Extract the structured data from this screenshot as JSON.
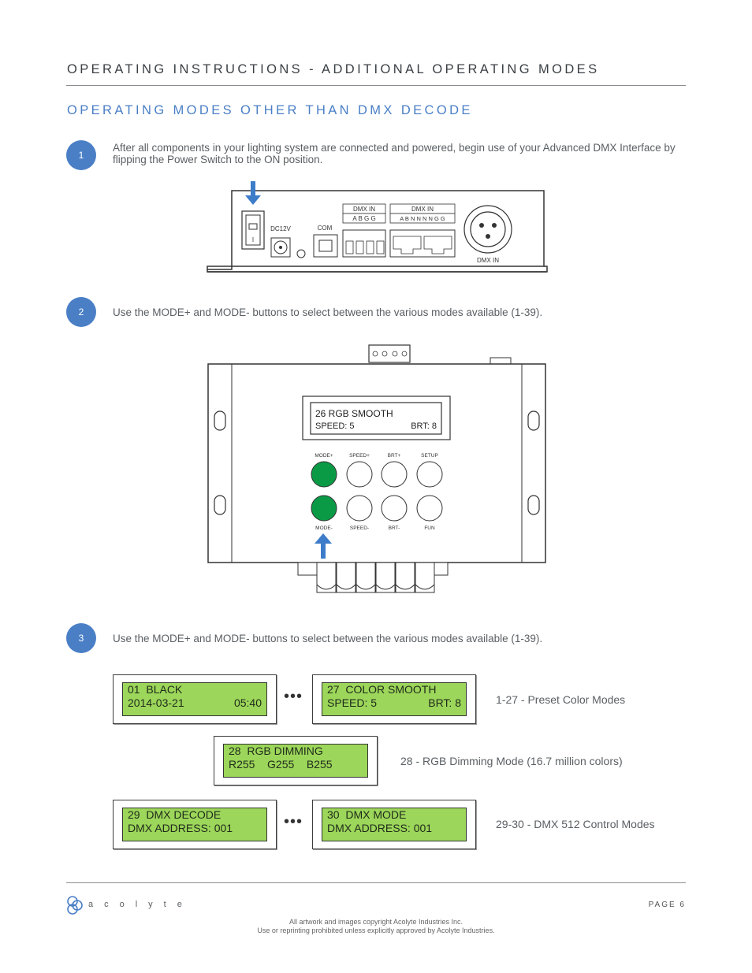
{
  "header": {
    "title": "OPERATING INSTRUCTIONS - ADDITIONAL OPERATING MODES"
  },
  "section": {
    "title": "OPERATING MODES OTHER THAN DMX DECODE"
  },
  "steps": [
    {
      "number": "1",
      "text": "After all components in your lighting system are connected and powered, begin use of your Advanced DMX Interface by flipping the Power Switch to the ON position."
    },
    {
      "number": "2",
      "text": "Use the MODE+ and MODE- buttons to select between the various modes available (1-39)."
    },
    {
      "number": "3",
      "text": "Use the MODE+ and MODE- buttons to select between the various modes available (1-39)."
    }
  ],
  "device_rear": {
    "power_on": "I",
    "dc_label": "DC12V",
    "com_label": "COM",
    "dmx_in_terminal": {
      "title": "DMX IN",
      "pins": "A  B  G  G"
    },
    "dmx_in_rj45": {
      "title": "DMX IN",
      "pins": "A B N N N N G G"
    },
    "xlr_label": "DMX IN"
  },
  "device_front": {
    "display_line1": "26  RGB SMOOTH",
    "display_speed": "SPEED: 5",
    "display_brt": "BRT: 8",
    "buttons_top": [
      "MODE+",
      "SPEED+",
      "BRT+",
      "SETUP"
    ],
    "buttons_bottom": [
      "MODE-",
      "SPEED-",
      "BRT-",
      "FUN"
    ],
    "highlight_color": "#0a9a45"
  },
  "lcd_examples": [
    {
      "line1_left": "01  BLACK",
      "line1_right": "",
      "line2_left": "2014-03-21",
      "line2_right": "05:40"
    },
    {
      "line1_left": "27  COLOR SMOOTH",
      "line1_right": "",
      "line2_left": "SPEED: 5",
      "line2_right": "BRT: 8"
    },
    {
      "line1_left": "28  RGB DIMMING",
      "line1_right": "",
      "line2_left": "R255    G255    B255",
      "line2_right": ""
    },
    {
      "line1_left": "29  DMX DECODE",
      "line1_right": "",
      "line2_left": "DMX ADDRESS: 001",
      "line2_right": ""
    },
    {
      "line1_left": "30  DMX MODE",
      "line1_right": "",
      "line2_left": "DMX ADDRESS: 001",
      "line2_right": ""
    }
  ],
  "ellipsis": "•••",
  "mode_descriptions": {
    "preset": "1-27 - Preset Color Modes",
    "rgb": "28 - RGB Dimming Mode (16.7 million colors)",
    "dmx": "29-30 - DMX 512 Control Modes"
  },
  "footer": {
    "brand": "acolyte",
    "page": "PAGE 6",
    "copyright_line1": "All artwork and images copyright Acolyte Industries Inc.",
    "copyright_line2": "Use or reprinting prohibited unless explicitly approved by Acolyte Industries."
  },
  "colors": {
    "accent_blue": "#4a7fc6",
    "lcd_green": "#9cd65a",
    "button_green": "#0a9a45"
  }
}
